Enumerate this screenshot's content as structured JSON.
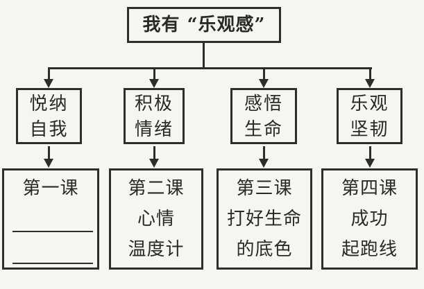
{
  "diagram": {
    "title": "我有 “乐观感”",
    "themes": [
      {
        "line1": "悦纳",
        "line2": "自我"
      },
      {
        "line1": "积极",
        "line2": "情绪"
      },
      {
        "line1": "感悟",
        "line2": "生命"
      },
      {
        "line1": "乐观",
        "line2": "坚韧"
      }
    ],
    "lessons": [
      {
        "line1": "第一课",
        "line2": "",
        "line3": "",
        "blank_line_count": 2
      },
      {
        "line1": "第二课",
        "line2": "心情",
        "line3": "温度计",
        "blank_line_count": 0
      },
      {
        "line1": "第三课",
        "line2": "打好生命",
        "line3": "的底色",
        "blank_line_count": 0
      },
      {
        "line1": "第四课",
        "line2": "成功",
        "line3": "起跑线",
        "blank_line_count": 0
      }
    ],
    "colors": {
      "line": "#2f2d2a",
      "background": "#f7f5f1",
      "text": "#2b2926"
    }
  }
}
